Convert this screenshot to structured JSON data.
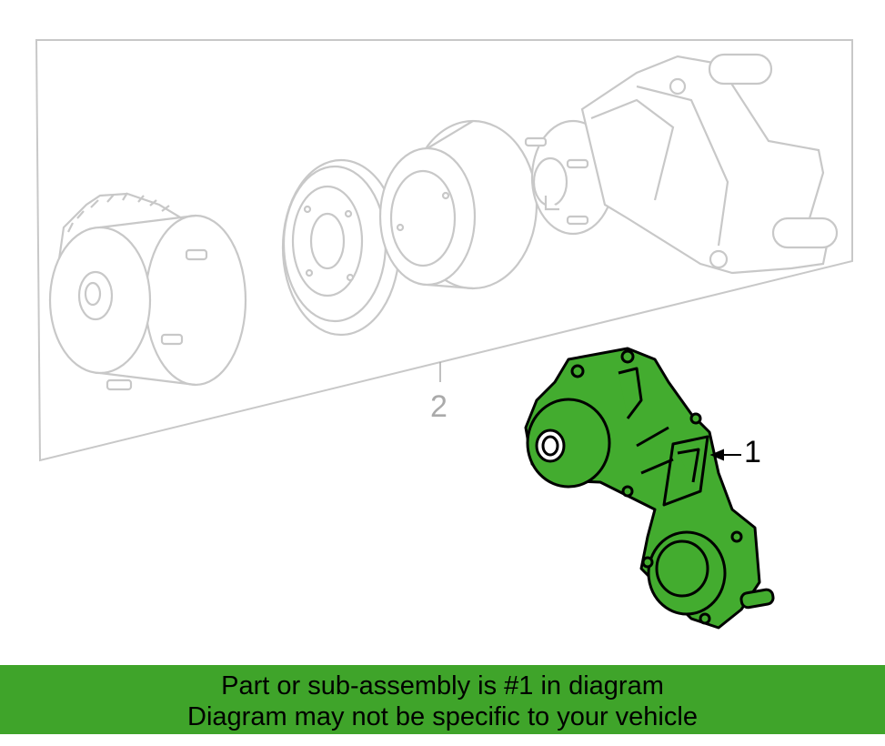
{
  "diagram": {
    "callout_1": "1",
    "callout_2": "2",
    "highlight_color": "#43ac2f",
    "ghost_color": "#c8c8c8"
  },
  "banner": {
    "line1": "Part or sub-assembly is #1 in diagram",
    "line2": "Diagram may not be specific to your vehicle",
    "background": "#3fa42a"
  }
}
